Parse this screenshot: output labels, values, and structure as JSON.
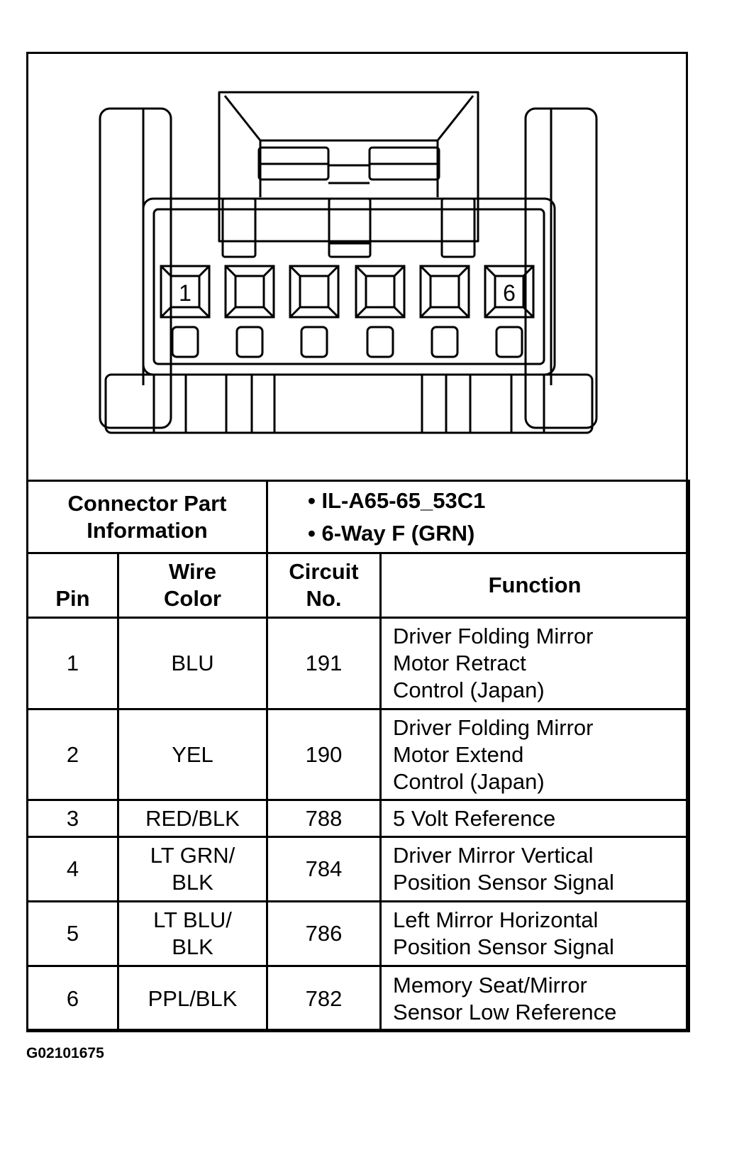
{
  "connector": {
    "pin_labels": [
      "1",
      "6"
    ],
    "part_info_label": [
      "Connector Part",
      "Information"
    ],
    "part_info_values": [
      "IL-A65-65_53C1",
      "6-Way F (GRN)"
    ]
  },
  "table": {
    "headers": {
      "pin": "Pin",
      "wire_color": [
        "Wire",
        "Color"
      ],
      "circuit": [
        "Circuit",
        "No."
      ],
      "function": "Function"
    },
    "rows": [
      {
        "pin": "1",
        "wire": [
          "BLU"
        ],
        "circuit": "191",
        "function": [
          "Driver Folding Mirror",
          "Motor Retract",
          "Control (Japan)"
        ]
      },
      {
        "pin": "2",
        "wire": [
          "YEL"
        ],
        "circuit": "190",
        "function": [
          "Driver Folding Mirror",
          "Motor Extend",
          "Control (Japan)"
        ]
      },
      {
        "pin": "3",
        "wire": [
          "RED/BLK"
        ],
        "circuit": "788",
        "function": [
          "5 Volt Reference"
        ]
      },
      {
        "pin": "4",
        "wire": [
          "LT GRN/",
          "BLK"
        ],
        "circuit": "784",
        "function": [
          "Driver Mirror Vertical",
          "Position Sensor Signal"
        ]
      },
      {
        "pin": "5",
        "wire": [
          "LT BLU/",
          "BLK"
        ],
        "circuit": "786",
        "function": [
          "Left Mirror Horizontal",
          "Position Sensor Signal"
        ]
      },
      {
        "pin": "6",
        "wire": [
          "PPL/BLK"
        ],
        "circuit": "782",
        "function": [
          "Memory Seat/Mirror",
          "Sensor Low Reference"
        ]
      }
    ]
  },
  "figure_id": "G02101675"
}
